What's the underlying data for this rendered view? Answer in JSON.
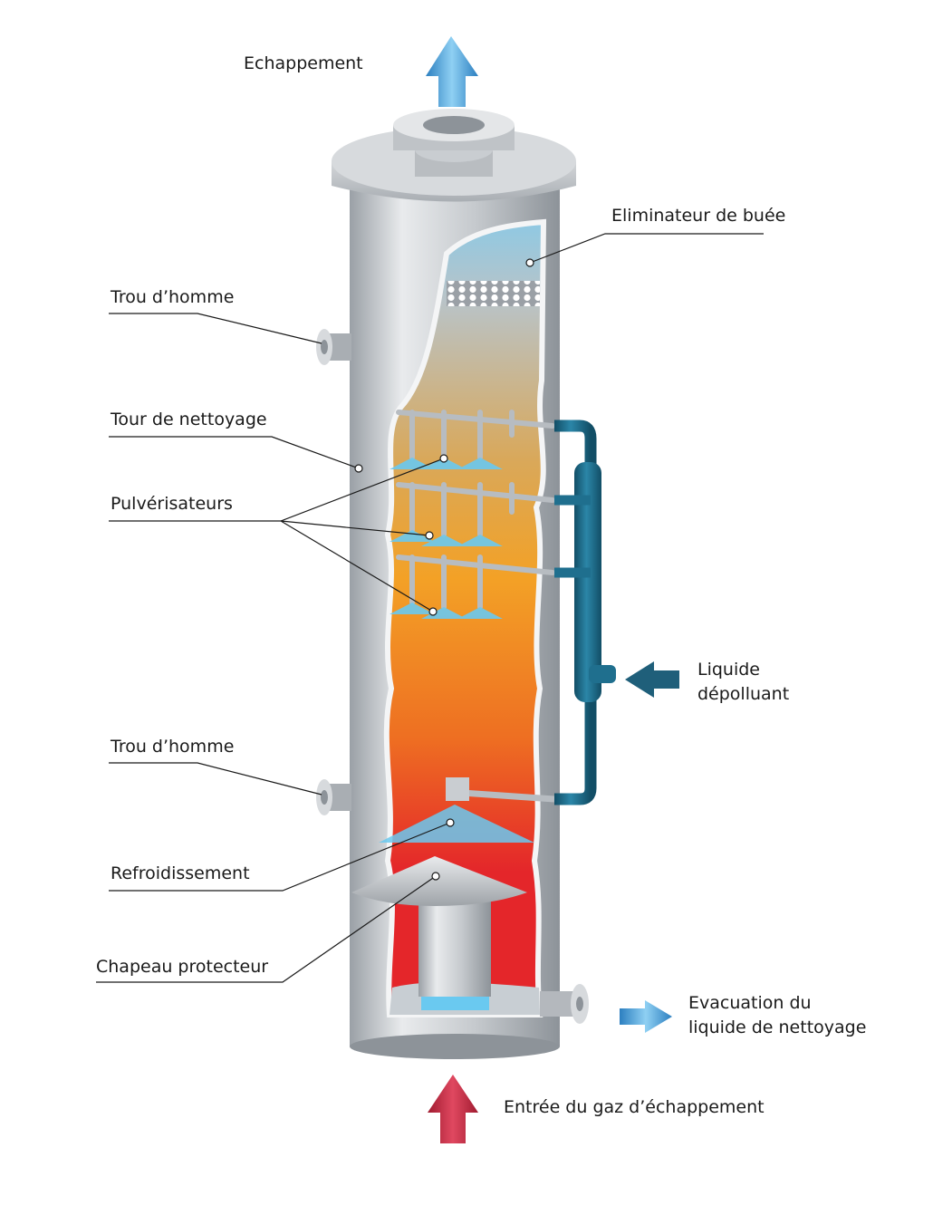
{
  "labels": {
    "exhaust": "Echappement",
    "mist_eliminator": "Eliminateur de buée",
    "manhole_top": "Trou d’homme",
    "cleaning_tower": "Tour de nettoyage",
    "sprayers": "Pulvérisateurs",
    "manhole_bottom": "Trou d’homme",
    "cooling": "Refroidissement",
    "protective_cap": "Chapeau protecteur",
    "scrubbing_liquid_line1": "Liquide",
    "scrubbing_liquid_line2": "dépolluant",
    "drain_line1": "Evacuation du",
    "drain_line2": "liquide de nettoyage",
    "gas_inlet": "Entrée du gaz d’échappement"
  },
  "colors": {
    "steel_light": "#e6e8ea",
    "steel_mid": "#b4b8bd",
    "steel_dark": "#7f858c",
    "pipe_teal": "#1f6f8e",
    "spray_blue": "#6ac9f0",
    "arrow_blue": "#4aa6dc",
    "arrow_red": "#c8283e",
    "interior_top": "#8fc9e3",
    "interior_orange": "#f3a126",
    "interior_red": "#e4262a"
  },
  "icons": [
    "exhaust-arrow-icon",
    "liquid-in-arrow-icon",
    "drain-arrow-icon",
    "gas-inlet-arrow-icon"
  ]
}
